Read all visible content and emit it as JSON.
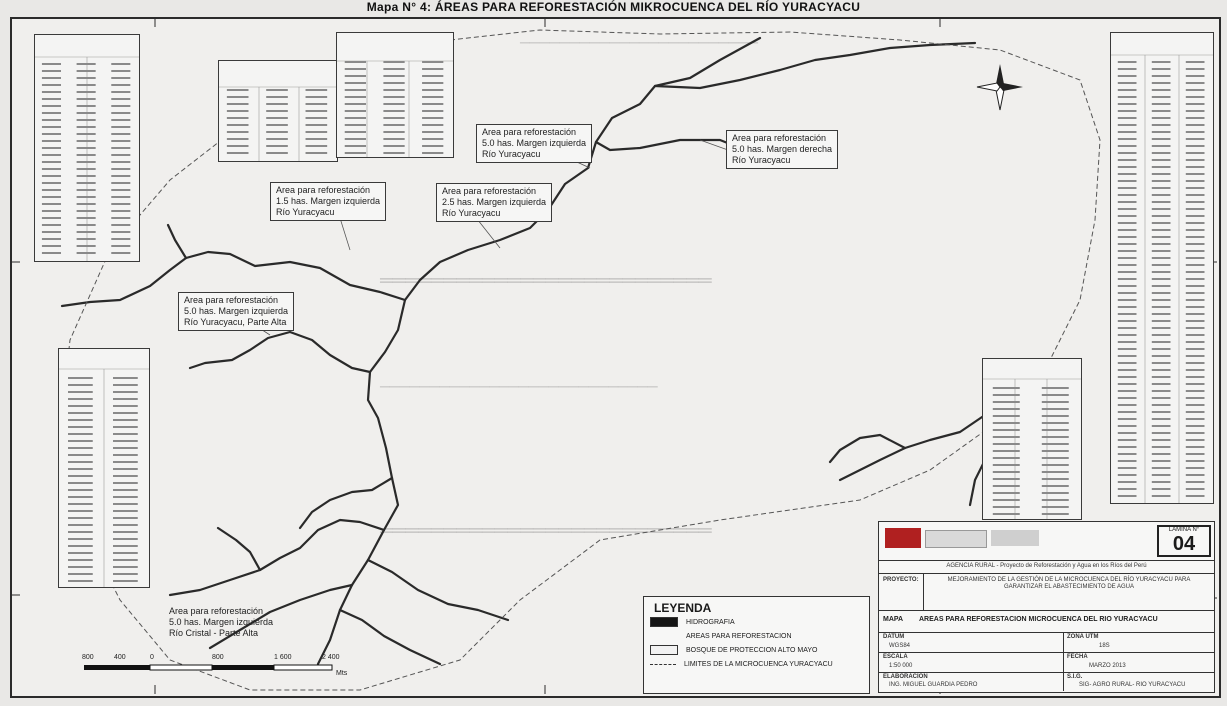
{
  "map_title": "Mapa N° 4: ÁREAS PARA REFORESTACIÓN MIKROCUENCA DEL RÍO YURACYACU",
  "callouts": [
    {
      "line1": "Area para reforestación",
      "line2": "5.0 has. Margen izquierda",
      "line3": "Río Yuracyacu"
    },
    {
      "line1": "Area para reforestación",
      "line2": "5.0 has. Margen derecha",
      "line3": "Río Yuracyacu"
    },
    {
      "line1": "Area para reforestación",
      "line2": "1.5 has. Margen izquierda",
      "line3": "Río Yuracyacu"
    },
    {
      "line1": "Area para reforestación",
      "line2": "2.5 has. Margen izquierda",
      "line3": "Río Yuracyacu"
    },
    {
      "line1": "Area para reforestación",
      "line2": "5.0 has. Margen izquierda",
      "line3": "Río Yuracyacu, Parte Alta"
    },
    {
      "line1": "Area para reforestación",
      "line2": "5.0 has. Margen izquierda",
      "line3": "Río Cristal - Parte Alta"
    }
  ],
  "legend": {
    "title": "LEYENDA",
    "items": [
      {
        "label": "HIDROGRAFIA",
        "color": "#151515"
      },
      {
        "label": "AREAS PARA REFORESTACION",
        "color": "#ffffff"
      },
      {
        "label": "BOSQUE DE PROTECCION ALTO MAYO",
        "color": "#f2f2f2"
      },
      {
        "label": "LIMITES DE LA MICROCUENCA YURACYACU",
        "color": "#ffffff"
      }
    ]
  },
  "scale": {
    "labels": [
      "800",
      "400",
      "0",
      "800",
      "1 600",
      "2 400"
    ],
    "unit": "Mts"
  },
  "title_block": {
    "map_number_label": "LAMINA N°",
    "map_number": "04",
    "header_text": "AGENCIA RURAL - Proyecto de Reforestación y Agua en los Ríos del Perú",
    "proyecto_label": "PROYECTO:",
    "proyecto_text": "MEJORAMIENTO DE LA GESTIÓN DE LA MICROCUENCA DEL RÍO YURACYACU PARA GARANTIZAR EL ABASTECIMIENTO DE AGUA",
    "mapa_label": "MAPA",
    "mapa_text": "AREAS PARA REFORESTACION MICROCUENCA DEL RIO YURACYACU",
    "datum_label": "DATUM",
    "datum_value": "WGS84",
    "zona_label": "ZONA UTM",
    "zona_value": "18S",
    "escala_label": "ESCALA",
    "escala_value": "1:50 000",
    "fecha_label": "FECHA",
    "fecha_value": "MARZO 2013",
    "elaboracion_label": "ELABORACION",
    "elaboracion_value": "ING. MIGUEL GUARDIA PEDRO",
    "sig_label": "S.I.G.",
    "sig_value": "SIG- AGRO RURAL- RIO YURACYACU"
  },
  "colors": {
    "background": "#f0efed",
    "rivers": "#2a2a2a",
    "border": "#2b2b2b"
  }
}
